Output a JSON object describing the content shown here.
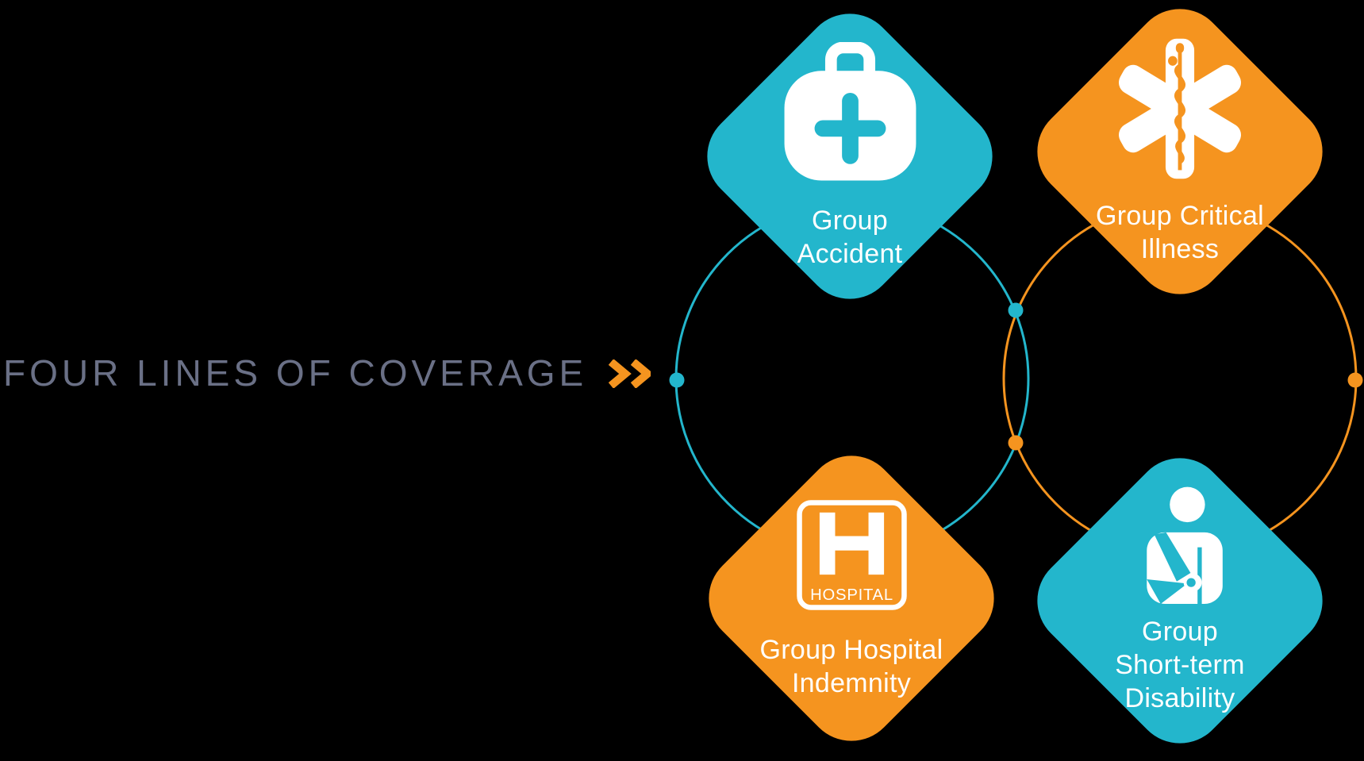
{
  "headline": {
    "text": "FOUR LINES OF COVERAGE",
    "chevron_icon": "double-chevron-right"
  },
  "colors": {
    "teal": "#23B6CC",
    "orange": "#F5941F",
    "headline_text": "#6A7086",
    "card_text": "#FFFFFF",
    "background": "#000000"
  },
  "cards": [
    {
      "id": "group-accident",
      "label": "Group Accident",
      "label_lines": [
        "Group",
        "Accident"
      ],
      "color": "teal",
      "icon": "first-aid-kit-icon"
    },
    {
      "id": "group-critical-illness",
      "label": "Group Critical Illness",
      "label_lines": [
        "Group Critical",
        "Illness"
      ],
      "color": "orange",
      "icon": "star-of-life-icon"
    },
    {
      "id": "group-hospital-indemnity",
      "label": "Group Hospital Indemnity",
      "label_lines": [
        "Group Hospital",
        "Indemnity"
      ],
      "color": "orange",
      "icon": "hospital-sign-icon",
      "icon_text": "HOSPITAL"
    },
    {
      "id": "group-short-term-disability",
      "label": "Group Short-term Disability",
      "label_lines": [
        "Group",
        "Short-term",
        "Disability"
      ],
      "color": "teal",
      "icon": "arm-in-sling-icon"
    }
  ],
  "decorations": {
    "left_circle": "teal-outline-circle",
    "right_circle": "orange-outline-circle",
    "dots": [
      "teal-dot-left",
      "teal-dot-top-intersection",
      "orange-dot-bottom-intersection",
      "orange-dot-right"
    ]
  }
}
